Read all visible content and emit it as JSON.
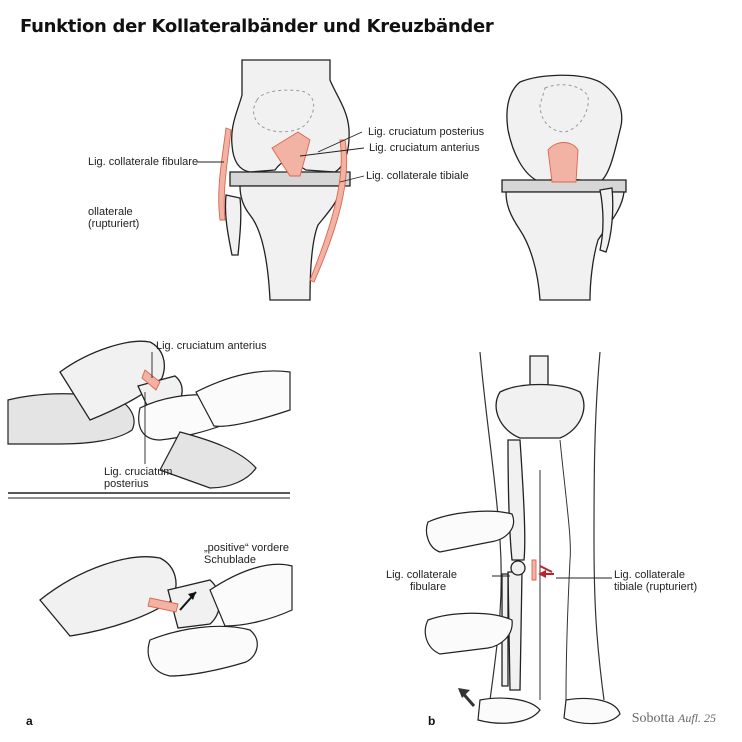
{
  "title": "Funktion der Kollateralbänder und Kreuzbänder",
  "labels": {
    "top_cruciatum_posterius": "Lig. cruciatum posterius",
    "top_cruciatum_anterius": "Lig. cruciatum anterius",
    "top_collaterale_fibulare": "Lig. collaterale fibulare",
    "top_collaterale_tibiale": "Lig. collaterale tibiale",
    "top_ruptured_line1": "ollaterale",
    "top_ruptured_line2": "(rupturiert)",
    "a_cruciatum_anterius": "Lig. cruciatum anterius",
    "a_cruciatum_posterius_line1": "Lig. cruciatum",
    "a_cruciatum_posterius_line2": "posterius",
    "a_schublade_line1": "„positive“ vordere",
    "a_schublade_line2": "Schublade",
    "b_collaterale_fibulare_line1": "Lig. collaterale",
    "b_collaterale_fibulare_line2": "fibulare",
    "b_collaterale_tibiale_line1": "Lig. collaterale",
    "b_collaterale_tibiale_line2": "tibiale (rupturiert)"
  },
  "panels": {
    "a": "a",
    "b": "b"
  },
  "brand": {
    "name": "Sobotta",
    "edition": "Aufl. 25"
  },
  "colors": {
    "ligament": "#f2b3a4",
    "ligament_stroke": "#d9664f",
    "arrow_red": "#c0202a",
    "arrow_dark": "#333333"
  }
}
